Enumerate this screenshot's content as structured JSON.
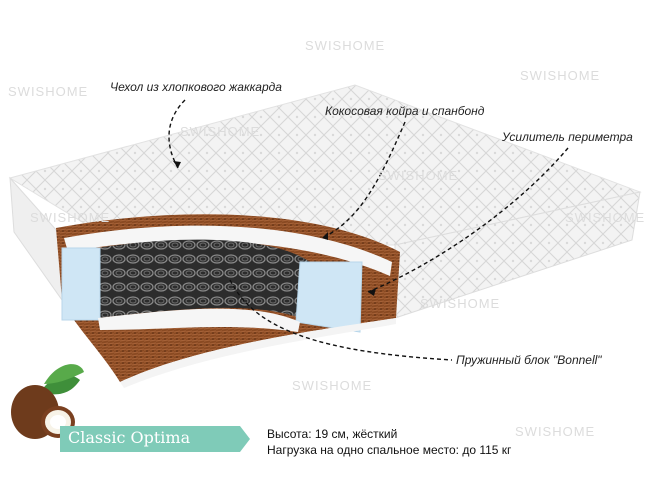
{
  "watermark": "SWISHOME",
  "callouts": {
    "cover": "Чехол из хлопкового жаккарда",
    "coir": "Кокосовая койра и спанбонд",
    "perimeter": "Усилитель периметра",
    "spring_block": "Пружинный блок \"Bonnell\""
  },
  "product": {
    "name": "Classic Optima",
    "height_line": "Высота: 19 см, жёсткий",
    "load_line": "Нагрузка на одно спальное место: до 115 кг"
  },
  "colors": {
    "banner": "#7fcbb8",
    "coir": "#8a4a22",
    "foam": "#cfe6f5",
    "cover": "#f2f2f2"
  }
}
